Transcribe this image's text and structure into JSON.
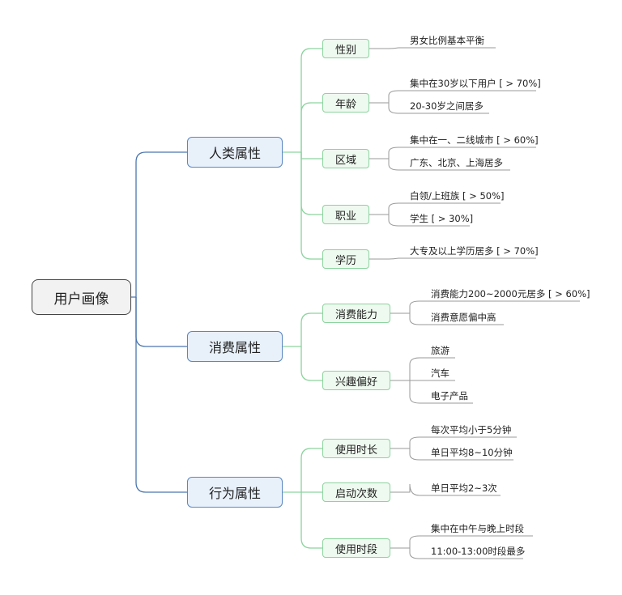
{
  "root": "用户画像",
  "branches": [
    {
      "label": "人类属性",
      "children": [
        {
          "label": "性别",
          "leaves": [
            "男女比例基本平衡"
          ]
        },
        {
          "label": "年龄",
          "leaves": [
            "集中在30岁以下用户 [ > 70%]",
            "20-30岁之间居多"
          ]
        },
        {
          "label": "区域",
          "leaves": [
            "集中在一、二线城市 [ > 60%]",
            "广东、北京、上海居多"
          ]
        },
        {
          "label": "职业",
          "leaves": [
            "白领/上班族 [ > 50%]",
            "学生 [ > 30%]"
          ]
        },
        {
          "label": "学历",
          "leaves": [
            "大专及以上学历居多 [ > 70%]"
          ]
        }
      ]
    },
    {
      "label": "消费属性",
      "children": [
        {
          "label": "消费能力",
          "leaves": [
            "消费能力200~2000元居多 [ > 60%]",
            "消费意愿偏中高"
          ]
        },
        {
          "label": "兴趣偏好",
          "leaves": [
            "旅游",
            "汽车",
            "电子产品"
          ]
        }
      ]
    },
    {
      "label": "行为属性",
      "children": [
        {
          "label": "使用时长",
          "leaves": [
            "每次平均小于5分钟",
            "单日平均8~10分钟"
          ]
        },
        {
          "label": "启动次数",
          "leaves": [
            "单日平均2~3次"
          ]
        },
        {
          "label": "使用时段",
          "leaves": [
            "集中在中午与晚上时段",
            "11:00-13:00时段最多"
          ]
        }
      ]
    }
  ],
  "colors": {
    "root_border": "#444444",
    "branch_line": "#4a76b0",
    "sub_line": "#8cd39e",
    "leaf_line": "#9a9a9a"
  }
}
